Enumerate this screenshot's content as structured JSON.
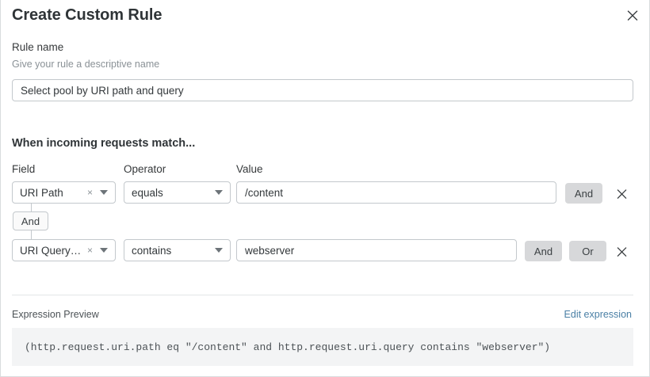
{
  "dialog": {
    "title": "Create Custom Rule",
    "close_icon": "close-icon"
  },
  "rule_name": {
    "label": "Rule name",
    "sublabel": "Give your rule a descriptive name",
    "value": "Select pool by URI path and query",
    "placeholder": ""
  },
  "conditions": {
    "heading": "When incoming requests match...",
    "columns": {
      "field": "Field",
      "operator": "Operator",
      "value": "Value"
    },
    "connector_badge": "And",
    "rows": [
      {
        "field": "URI Path",
        "operator": "equals",
        "value": "/content",
        "clear_icon": "×",
        "logic_buttons": [
          "And"
        ],
        "remove_icon": "close-icon"
      },
      {
        "field": "URI Query St...",
        "operator": "contains",
        "value": "webserver",
        "clear_icon": "×",
        "logic_buttons": [
          "And",
          "Or"
        ],
        "remove_icon": "close-icon"
      }
    ]
  },
  "expression": {
    "label": "Expression Preview",
    "edit_link": "Edit expression",
    "code": "(http.request.uri.path eq \"/content\" and http.request.uri.query contains \"webserver\")"
  },
  "colors": {
    "accent_link": "#4a7fa5",
    "logic_button_bg": "#d7d8da",
    "code_bg": "#f3f4f5",
    "border": "#c3c8cc"
  }
}
